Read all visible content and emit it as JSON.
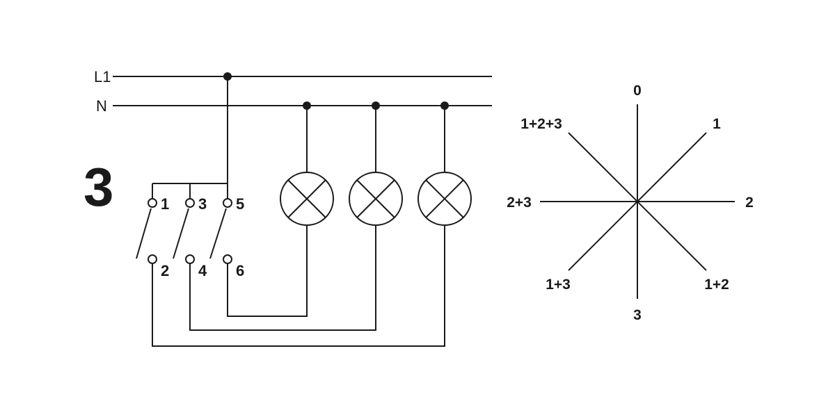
{
  "colors": {
    "line": "#1a1a1a",
    "background": "#ffffff"
  },
  "circuit": {
    "rails": {
      "l1": "L1",
      "n": "N"
    },
    "number": "3",
    "terminals": {
      "t1": "1",
      "t2": "2",
      "t3": "3",
      "t4": "4",
      "t5": "5",
      "t6": "6"
    },
    "lamp_count": 3
  },
  "switch_positions": {
    "top": "0",
    "top_right": "1",
    "right": "2",
    "bottom_right": "1+2",
    "bottom": "3",
    "bottom_left": "1+3",
    "left": "2+3",
    "top_left": "1+2+3"
  }
}
